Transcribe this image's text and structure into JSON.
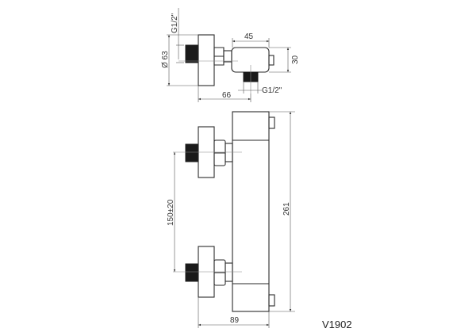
{
  "drawing": {
    "model_code": "V1902",
    "top_view": {
      "dimensions": {
        "inlet_thread": "G1/2\"",
        "flange_diameter": "Ø 63",
        "body_depth": "45",
        "body_height": "30",
        "outlet_thread": "G1/2\"",
        "wall_projection": "66"
      }
    },
    "front_view": {
      "dimensions": {
        "inlet_spacing": "150±20",
        "total_height": "261",
        "total_depth": "89"
      }
    }
  }
}
